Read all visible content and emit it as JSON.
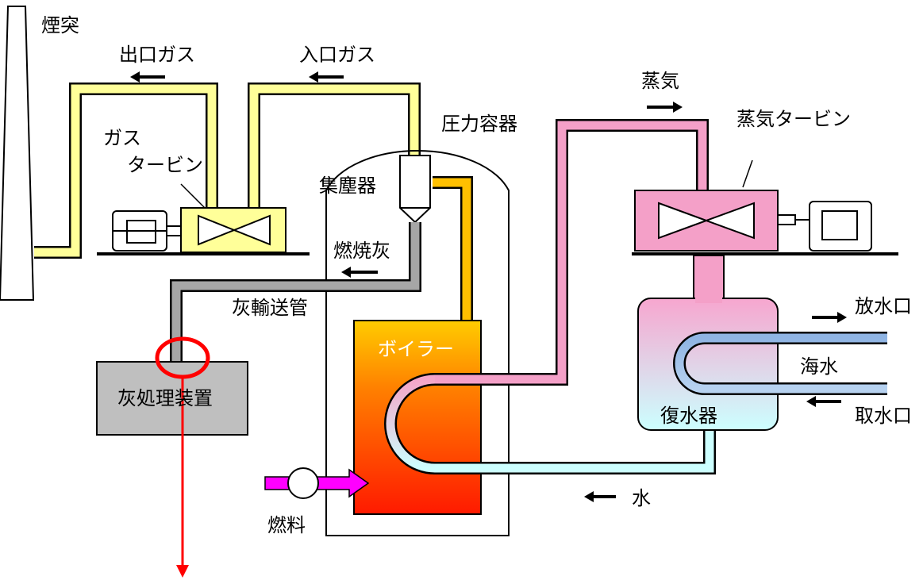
{
  "labels": {
    "chimney": "煙突",
    "outlet_gas": "出口ガス",
    "inlet_gas": "入口ガス",
    "gas_turbine_line1": "ガス",
    "gas_turbine_line2": "タービン",
    "pressure_vessel": "圧力容器",
    "steam": "蒸気",
    "steam_turbine": "蒸気タービン",
    "dust_collector": "集塵器",
    "combustion_ash": "燃焼灰",
    "ash_pipe": "灰輸送管",
    "ash_treatment": "灰処理装置",
    "boiler": "ボイラー",
    "discharge_outlet": "放水口",
    "seawater": "海水",
    "intake": "取水口",
    "condenser": "復水器",
    "fuel": "燃料",
    "water": "水"
  },
  "colors": {
    "gas_pipe": "#ffff99",
    "ash_pipe": "#a6a6a6",
    "steam_pipe": "#f4a0c8",
    "fuel_pipe": "#ff00ff",
    "highlight": "#ff0000",
    "boiler_top": "#ffcc00",
    "boiler_bottom": "#ff1a00"
  }
}
